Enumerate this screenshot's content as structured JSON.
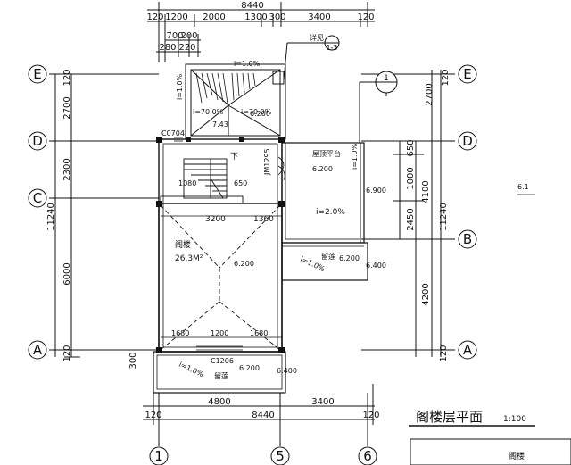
{
  "top_dims": {
    "total": "8440",
    "row1": [
      "120",
      "1200",
      "2000",
      "1300",
      "300",
      "3400",
      "120"
    ],
    "row2a": [
      "700",
      "200"
    ],
    "row2b": [
      "280",
      "220"
    ]
  },
  "left_dims": {
    "total": "11240",
    "segments": [
      "120",
      "2700",
      "2300",
      "6000",
      "120"
    ],
    "bottom": "300"
  },
  "right_dims": {
    "total": "11240",
    "segments": [
      "120",
      "2700",
      "650",
      "1000",
      "2450",
      "4200",
      "120"
    ],
    "inner": "4100"
  },
  "bottom_dims": {
    "row1": [
      "4800",
      "3400"
    ],
    "row2": [
      "120",
      "8440",
      "120"
    ]
  },
  "axes": {
    "left": [
      "E",
      "D",
      "C",
      "A"
    ],
    "right": [
      "E",
      "D",
      "B",
      "A"
    ],
    "bottom": [
      "1",
      "5",
      "6"
    ]
  },
  "section_marker": "1",
  "detail_callout": {
    "label": "详见",
    "ref": "1-3"
  },
  "room": {
    "name": "阁楼",
    "area": "26.3M²"
  },
  "terrace_label": "屋顶平台",
  "gutter_labels": [
    "留莲",
    "留莲"
  ],
  "elevations": [
    "6.200",
    "6.200",
    "6.200",
    "6.900",
    "6.200",
    "6.400",
    "6.200",
    "6.400",
    "7.43"
  ],
  "slopes": [
    "i=1.0%",
    "i=70.0%",
    "i=70.0%",
    "i=2.0%",
    "i=1.0%",
    "i=1.0%",
    "i=1.0%",
    "i=1.0%"
  ],
  "openings": [
    "C0704",
    "JM1295",
    "C1206"
  ],
  "stair_label": "下",
  "inner_dims": [
    "1080",
    "650",
    "3200",
    "1360",
    "1680",
    "1200",
    "1680"
  ],
  "drawing_title": "阁楼层平面",
  "scale": "1:100",
  "title_block_text": "阁楼",
  "edge_text": "6.1"
}
